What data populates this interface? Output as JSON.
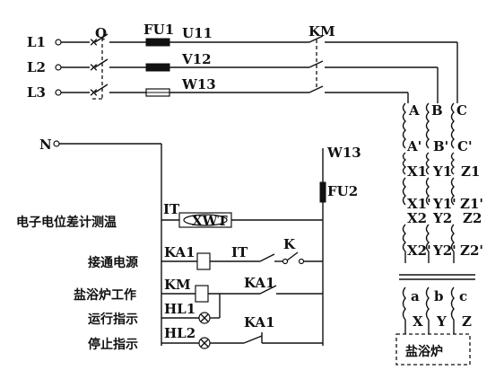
{
  "terminals": {
    "l1": "L1",
    "l2": "L2",
    "l3": "L3",
    "n": "N"
  },
  "main_circuit": {
    "breaker": "Q",
    "fuse": "FU1",
    "contactor": "KM",
    "wires": {
      "u11": "U11",
      "v12": "V12",
      "w13": "W13"
    }
  },
  "transformer": {
    "primary_top": [
      "A",
      "B",
      "C"
    ],
    "primary_mid": [
      "A'",
      "B'",
      "C'"
    ],
    "taps_1": [
      "X1",
      "Y1",
      "Z1"
    ],
    "taps_1p": [
      "X1'",
      "Y1'",
      "Z1'"
    ],
    "taps_2": [
      "X2",
      "Y2",
      "Z2"
    ],
    "taps_2p": [
      "X2'",
      "Y2'",
      "Z2'"
    ]
  },
  "furnace": {
    "inputs": [
      "a",
      "b",
      "c"
    ],
    "outputs": [
      "X",
      "Y",
      "Z"
    ],
    "label": "盐浴炉"
  },
  "control": {
    "wire": "W13",
    "fuse": "FU2",
    "rows": [
      {
        "label": "电子电位差计测温",
        "device": "IT",
        "extra": "XWT"
      },
      {
        "label": "接通电源",
        "device": "KA1",
        "contact1": "IT",
        "contact2": "K"
      },
      {
        "label": "盐浴炉工作",
        "device": "KM",
        "contact": "KA1"
      },
      {
        "label": "运行指示",
        "device": "HL1"
      },
      {
        "label": "停止指示",
        "device": "HL2",
        "contact": "KA1"
      }
    ]
  }
}
